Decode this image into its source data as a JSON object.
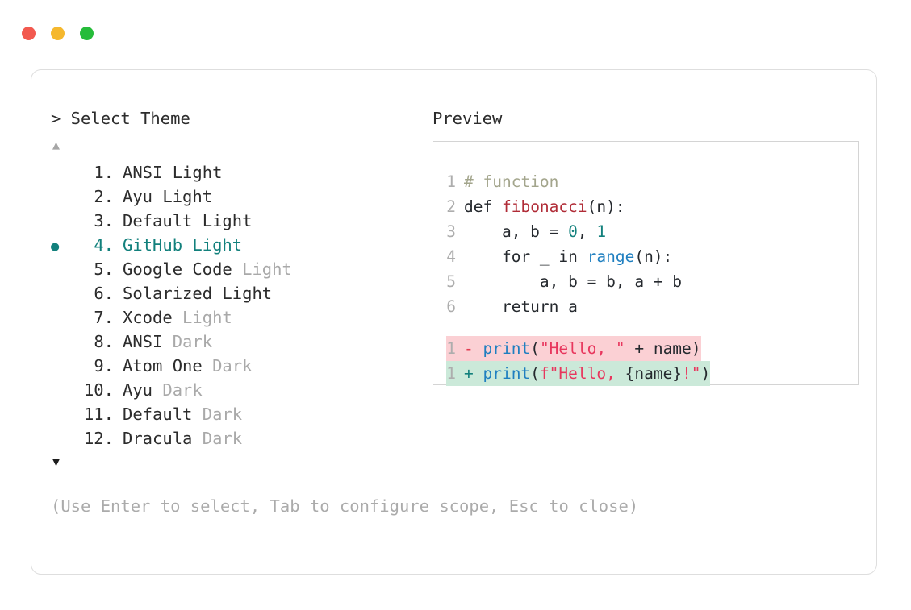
{
  "window": {
    "traffic_lights": [
      {
        "name": "close",
        "color": "#f2594f"
      },
      {
        "name": "minimize",
        "color": "#f5b82e"
      },
      {
        "name": "maximize",
        "color": "#26bc3a"
      }
    ]
  },
  "left_panel": {
    "heading": "> Select Theme",
    "scroll_up_icon": "▲",
    "scroll_down_icon": "▼",
    "selected_index": 4,
    "bullet_glyph": "●",
    "accent_color": "#12807c",
    "items": [
      {
        "num": "1.",
        "name": "ANSI Light",
        "variant": "",
        "dim_variant": false
      },
      {
        "num": "2.",
        "name": "Ayu Light",
        "variant": "",
        "dim_variant": false
      },
      {
        "num": "3.",
        "name": "Default Light",
        "variant": "",
        "dim_variant": false
      },
      {
        "num": "4.",
        "name": "GitHub Light",
        "variant": "",
        "dim_variant": false
      },
      {
        "num": "5.",
        "name": "Google Code",
        "variant": "Light",
        "dim_variant": true
      },
      {
        "num": "6.",
        "name": "Solarized Light",
        "variant": "",
        "dim_variant": false
      },
      {
        "num": "7.",
        "name": "Xcode",
        "variant": "Light",
        "dim_variant": true
      },
      {
        "num": "8.",
        "name": "ANSI",
        "variant": "Dark",
        "dim_variant": true
      },
      {
        "num": "9.",
        "name": "Atom One",
        "variant": "Dark",
        "dim_variant": true
      },
      {
        "num": "10.",
        "name": "Ayu",
        "variant": "Dark",
        "dim_variant": true
      },
      {
        "num": "11.",
        "name": "Default",
        "variant": "Dark",
        "dim_variant": true
      },
      {
        "num": "12.",
        "name": "Dracula",
        "variant": "Dark",
        "dim_variant": true
      }
    ]
  },
  "right_panel": {
    "heading": "Preview",
    "code_lines": [
      {
        "n": "1",
        "tokens": [
          {
            "t": "# function",
            "c": "comment"
          }
        ]
      },
      {
        "n": "2",
        "tokens": [
          {
            "t": "def ",
            "c": "plain"
          },
          {
            "t": "fibonacci",
            "c": "func"
          },
          {
            "t": "(n):",
            "c": "plain"
          }
        ]
      },
      {
        "n": "3",
        "tokens": [
          {
            "t": "    a, b = ",
            "c": "plain"
          },
          {
            "t": "0",
            "c": "num"
          },
          {
            "t": ", ",
            "c": "plain"
          },
          {
            "t": "1",
            "c": "num"
          }
        ]
      },
      {
        "n": "4",
        "tokens": [
          {
            "t": "    for _ in ",
            "c": "plain"
          },
          {
            "t": "range",
            "c": "builtin"
          },
          {
            "t": "(n):",
            "c": "plain"
          }
        ]
      },
      {
        "n": "5",
        "tokens": [
          {
            "t": "        a, b = b, a + b",
            "c": "plain"
          }
        ]
      },
      {
        "n": "6",
        "tokens": [
          {
            "t": "    return a",
            "c": "plain"
          }
        ]
      }
    ],
    "diff_lines": [
      {
        "n": "1",
        "marker": "-",
        "kind": "del",
        "tokens": [
          {
            "t": "print",
            "c": "builtin"
          },
          {
            "t": "(",
            "c": "plain"
          },
          {
            "t": "\"Hello, \"",
            "c": "string"
          },
          {
            "t": " + name)",
            "c": "plain"
          }
        ]
      },
      {
        "n": "1",
        "marker": "+",
        "kind": "add",
        "tokens": [
          {
            "t": "print",
            "c": "builtin"
          },
          {
            "t": "(",
            "c": "plain"
          },
          {
            "t": "f\"Hello, ",
            "c": "string"
          },
          {
            "t": "{name}",
            "c": "name"
          },
          {
            "t": "!\"",
            "c": "string"
          },
          {
            "t": ")",
            "c": "plain"
          }
        ]
      }
    ]
  },
  "footer": {
    "hint": "(Use Enter to select, Tab to configure scope, Esc to close)"
  }
}
